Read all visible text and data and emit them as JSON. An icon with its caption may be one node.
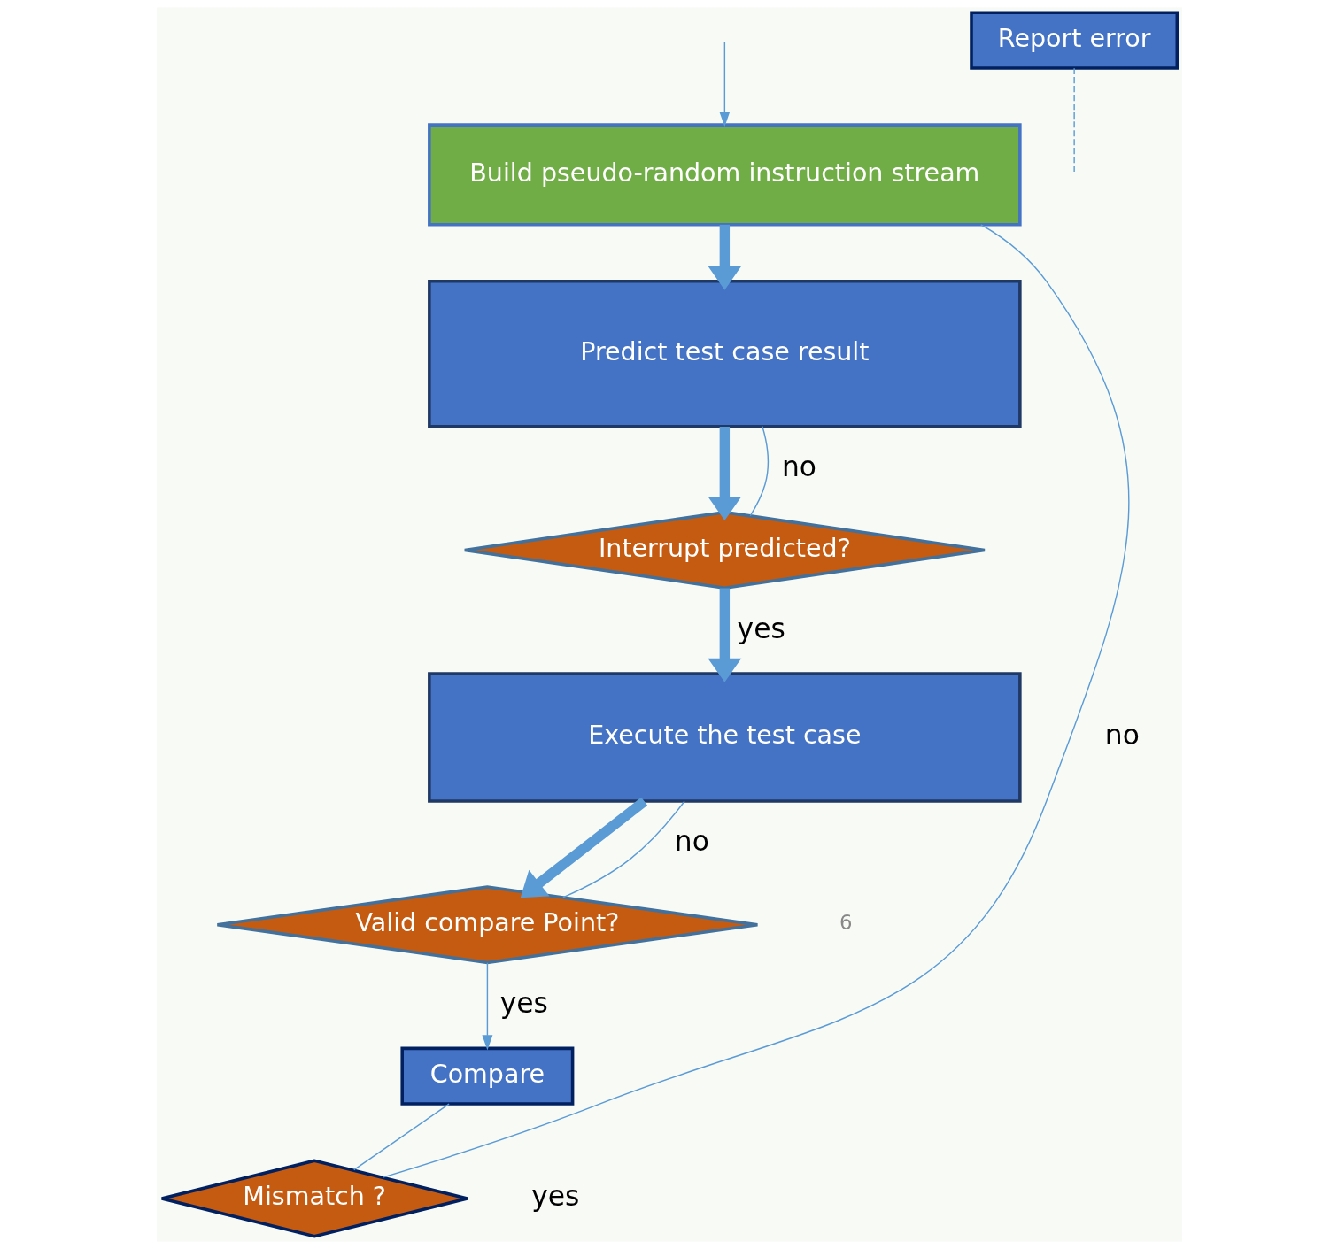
{
  "diagram": {
    "nodes": [
      {
        "text": [
          "Build pseudo-random instruction stream"
        ]
      },
      {
        "text": [
          "Predict test case result"
        ]
      },
      {
        "text": [
          "Interrupt predicted?"
        ]
      },
      {
        "text": [
          "Execute the test case"
        ]
      },
      {
        "text": [
          "Valid compare Point?"
        ]
      },
      {
        "text": [
          "Compare"
        ]
      },
      {
        "text": [
          "Mismatch ?"
        ]
      },
      {
        "text": [
          "Report error"
        ]
      }
    ],
    "edges": [
      {
        "from": null,
        "to": 0,
        "arrow": "to"
      },
      {
        "from": 0,
        "to": 1,
        "arrow": "to",
        "style": "thick"
      },
      {
        "from": 1,
        "to": 2,
        "arrow": "to",
        "style": "thick"
      },
      {
        "from": 2,
        "to": 1,
        "label": "no",
        "arrow": "none"
      },
      {
        "from": 2,
        "to": 3,
        "label": "yes",
        "arrow": "to",
        "style": "thick"
      },
      {
        "from": 3,
        "to": 4,
        "arrow": "to",
        "style": "thick"
      },
      {
        "from": 4,
        "to": 3,
        "label": "no",
        "arrow": "none"
      },
      {
        "from": 4,
        "to": 5,
        "label": "yes",
        "arrow": "to"
      },
      {
        "from": 5,
        "to": 6,
        "arrow": "none"
      },
      {
        "from": 6,
        "to": 0,
        "label": "no",
        "arrow": "none"
      },
      {
        "from": 7,
        "to": null,
        "arrow": "none",
        "style": "dashed"
      }
    ],
    "labels": [
      "6",
      "yes"
    ]
  }
}
